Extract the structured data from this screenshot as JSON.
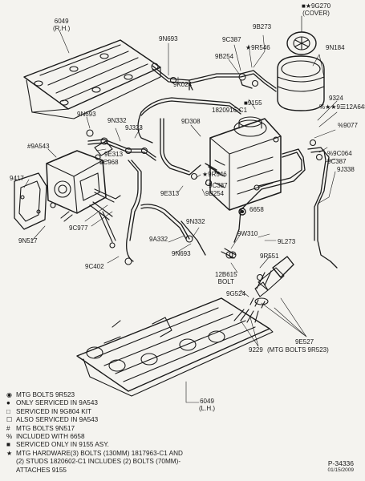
{
  "labels": {
    "valve_cover_rh": [
      "6049",
      "(R.H.)"
    ],
    "cover_9g270": [
      "■★9G270",
      "(COVER)"
    ],
    "hose_9n693_top": "9N693",
    "hose_9b273": "9B273",
    "hose_9c387_top": "9C387",
    "hose_9r546_top": "★9R546",
    "hose_9b254_top": "9B254",
    "hose_9n184": "9N184",
    "hose_9k024": "9K024",
    "part_9155": "■9155",
    "part_1820916": "1820916-C1",
    "part_9324": "9324",
    "part_12a648": "%★★9☰12A648",
    "hose_9n693_left": "9N693",
    "hose_9n332_top": "9N332",
    "hose_9j323": "9J323",
    "hose_9d308": "9D308",
    "part_9077": "%9077",
    "part_9a543": "#9A543",
    "hose_9e313_top": "9E313",
    "hose_9c968": "9C968",
    "hose_9c064": "%9C064",
    "hose_9c387_right": "9C387",
    "hose_9j338": "9J338",
    "hose_9r546_mid": "★9R546",
    "hose_9c387_mid": "9C387",
    "hose_9e313_mid": "9E313",
    "hose_9b254_mid": "9B254",
    "part_9417": "9417",
    "part_6658": "6658",
    "hose_9c977": "9C977",
    "hose_9n332_mid": "9N332",
    "hose_9n517": "9N517",
    "hose_9a332": "9A332",
    "hose_9w310": "9W310",
    "hose_9l273": "9L273",
    "hose_9c402": "9C402",
    "hose_9n693_bot": "9N693",
    "part_9r551": "9R551",
    "bolt_12b615": [
      "12B615",
      "BOLT"
    ],
    "part_9g524": "9G524",
    "part_9e527": "9E527",
    "part_9229": "9229",
    "mtg_bolts_9r523": "(MTG BOLTS 9R523)",
    "valve_cover_lh": [
      "6049",
      "(L.H.)"
    ]
  },
  "legend": [
    {
      "symbol": "◉",
      "text": "MTG BOLTS 9R523"
    },
    {
      "symbol": "●",
      "text": "ONLY SERVICED IN 9A543"
    },
    {
      "symbol": "□",
      "text": "SERVICED IN 9G804 KIT"
    },
    {
      "symbol": "☐",
      "text": "ALSO SERVICED IN 9A543"
    },
    {
      "symbol": "#",
      "text": "MTG BOLTS 9N517"
    },
    {
      "symbol": "%",
      "text": "INCLUDED WITH 6658"
    },
    {
      "symbol": "■",
      "text": "SERVICED ONLY IN 9155 ASY."
    },
    {
      "symbol": "★",
      "text": "MTG HARDWARE(3) BOLTS (130MM) 1817963-C1 AND"
    },
    {
      "symbol": "",
      "text": "(2) STUDS 1820602-C1 INCLUDES (2) BOLTS (70MM)-"
    },
    {
      "symbol": "",
      "text": "ATTACHES 9155"
    }
  ],
  "drawing_number": "P-34336",
  "drawing_date": "01/15/2009"
}
